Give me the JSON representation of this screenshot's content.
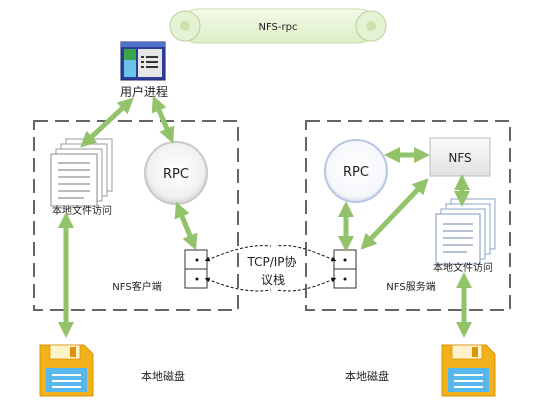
{
  "banner": {
    "label": "NFS-rpc"
  },
  "user_process": {
    "label": "用户进程"
  },
  "client": {
    "rpc_label": "RPC",
    "files_label": "本地文件访问",
    "node_label": "NFS客户端"
  },
  "server": {
    "rpc_label": "RPC",
    "nfs_label": "NFS",
    "files_label": "本地文件访问",
    "node_label": "NFS服务端"
  },
  "network": {
    "line1": "TCP/IP协",
    "line2": "议栈"
  },
  "disks": {
    "left_label": "本地磁盘",
    "right_label": "本地磁盘"
  },
  "colors": {
    "arrow": "#92c26a",
    "dash": "#666666",
    "disk_body": "#f2b21b",
    "disk_shade": "#d9930c",
    "disk_label_bg": "#55b7ea"
  }
}
